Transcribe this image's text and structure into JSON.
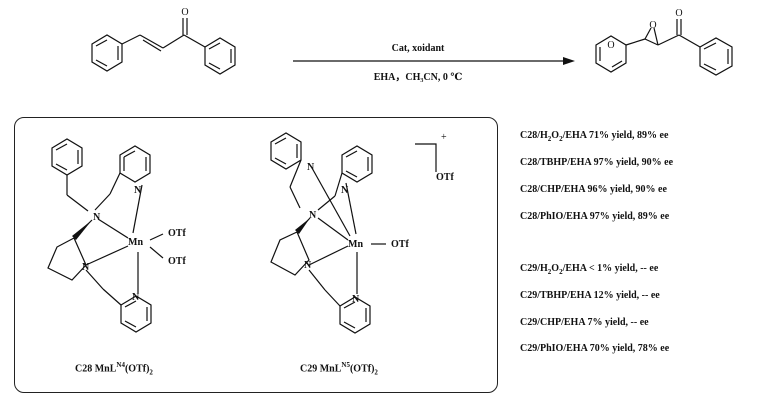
{
  "reaction": {
    "conditions_top": "Cat, xoidant",
    "conditions_bottom": "EHA，CH₃CN, 0 ℃"
  },
  "atoms": {
    "O": "O",
    "N": "N",
    "Mn": "Mn",
    "OTf": "OTf",
    "plus": "+"
  },
  "catalysts": {
    "c28_caption": "C28 MnL",
    "c28_sup": "N4",
    "c28_tail": "(OTf)",
    "c28_sub": "2",
    "c29_caption": "C29 MnL",
    "c29_sup": "N5",
    "c29_tail": "(OTf)",
    "c29_sub": "2"
  },
  "results": [
    {
      "cat": "C28/H",
      "s1": "2",
      "m": "O",
      "s2": "2",
      "rest": "/EHA 71% yield, 89% ee"
    },
    {
      "cat": "C28/TBHP/EHA 97% yield, 90% ee"
    },
    {
      "cat": "C28/CHP/EHA 96% yield, 90% ee"
    },
    {
      "cat": "C28/PhIO/EHA 97% yield, 89% ee"
    },
    {
      "cat": "C29/H",
      "s1": "2",
      "m": "O",
      "s2": "2",
      "rest": "/EHA  < 1% yield, -- ee"
    },
    {
      "cat": "C29/TBHP/EHA 12% yield, -- ee"
    },
    {
      "cat": "C29/CHP/EHA 7% yield, -- ee"
    },
    {
      "cat": "C29/PhIO/EHA 70% yield, 78% ee"
    }
  ]
}
